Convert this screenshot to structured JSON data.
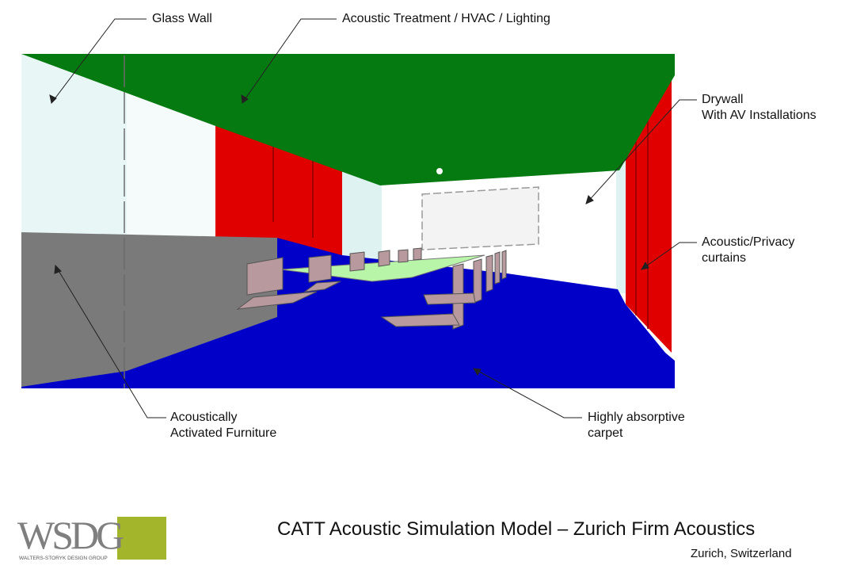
{
  "callouts": {
    "glass_wall": "Glass Wall",
    "ceiling": "Acoustic Treatment / HVAC / Lighting",
    "drywall_line1": "Drywall",
    "drywall_line2": "With AV Installations",
    "curtains_line1": "Acoustic/Privacy",
    "curtains_line2": "curtains",
    "furniture_line1": "Acoustically",
    "furniture_line2": "Activated Furniture",
    "carpet_line1": "Highly absorptive",
    "carpet_line2": "carpet"
  },
  "footer": {
    "title": "CATT Acoustic Simulation Model – Zurich Firm Acoustics",
    "subtitle": "Zurich, Switzerland"
  },
  "logo": {
    "letters": "WSDG",
    "tagline": "WALTERS-STORYK DESIGN GROUP"
  },
  "colors": {
    "ceiling": "#057a10",
    "red_wall": "#e00000",
    "carpet": "#0000c8",
    "furniture": "#7a7a7a",
    "table": "#b8f5a8",
    "chairs": "#b89a9e",
    "logo_square": "#a3b52a"
  }
}
